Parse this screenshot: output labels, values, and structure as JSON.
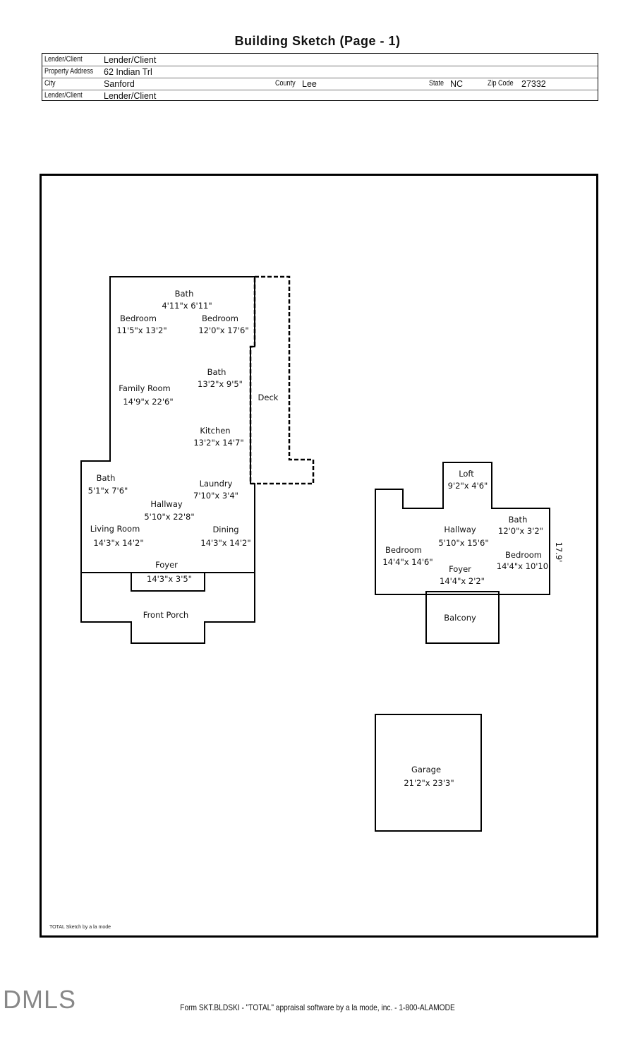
{
  "title": "Building Sketch (Page - 1)",
  "info": {
    "lender_label": "Lender/Client",
    "lender_value": "Lender/Client",
    "address_label": "Property Address",
    "address_value": "62 Indian Trl",
    "city_label": "City",
    "city_value": "Sanford",
    "county_label": "County",
    "county_value": "Lee",
    "state_label": "State",
    "state_value": "NC",
    "zip_label": "Zip Code",
    "zip_value": "27332",
    "lender2_label": "Lender/Client",
    "lender2_value": "Lender/Client"
  },
  "rooms": {
    "bath_top": {
      "name": "Bath",
      "dim": "4'11\"x 6'11\""
    },
    "bedroom_left": {
      "name": "Bedroom",
      "dim": "11'5\"x 13'2\""
    },
    "bedroom_right": {
      "name": "Bedroom",
      "dim": "12'0\"x 17'6\""
    },
    "bath_mid": {
      "name": "Bath",
      "dim": "13'2\"x 9'5\""
    },
    "family_room": {
      "name": "Family Room",
      "dim": "14'9\"x 22'6\""
    },
    "deck": {
      "name": "Deck"
    },
    "kitchen": {
      "name": "Kitchen",
      "dim": "13'2\"x 14'7\""
    },
    "bath_lower": {
      "name": "Bath",
      "dim": "5'1\"x 7'6\""
    },
    "laundry": {
      "name": "Laundry",
      "dim": "7'10\"x 3'4\""
    },
    "hallway_main": {
      "name": "Hallway",
      "dim": "5'10\"x 22'8\""
    },
    "living_room": {
      "name": "Living Room",
      "dim": "14'3\"x 14'2\""
    },
    "dining": {
      "name": "Dining",
      "dim": "14'3\"x 14'2\""
    },
    "foyer_main": {
      "name": "Foyer",
      "dim": "14'3\"x 3'5\""
    },
    "front_porch": {
      "name": "Front Porch"
    },
    "loft": {
      "name": "Loft",
      "dim": "9'2\"x 4'6\""
    },
    "hallway_upper": {
      "name": "Hallway",
      "dim": "5'10\"x 15'6\""
    },
    "bath_upper": {
      "name": "Bath",
      "dim": "12'0\"x 3'2\""
    },
    "bedroom_upper_left": {
      "name": "Bedroom",
      "dim": "14'4\"x 14'6\""
    },
    "bedroom_upper_right": {
      "name": "Bedroom",
      "dim": "14'4\"x 10'10'"
    },
    "foyer_upper": {
      "name": "Foyer",
      "dim": "14'4\"x 2'2\""
    },
    "balcony": {
      "name": "Balcony"
    },
    "garage": {
      "name": "Garage",
      "dim": "21'2\"x 23'3\""
    }
  },
  "side_dimension": "17.9'",
  "software_note": "TOTAL Sketch by a la mode",
  "logo_text": "DMLS",
  "footer": "Form SKT.BLDSKI - \"TOTAL\" appraisal software by a la mode, inc. - 1-800-ALAMODE"
}
